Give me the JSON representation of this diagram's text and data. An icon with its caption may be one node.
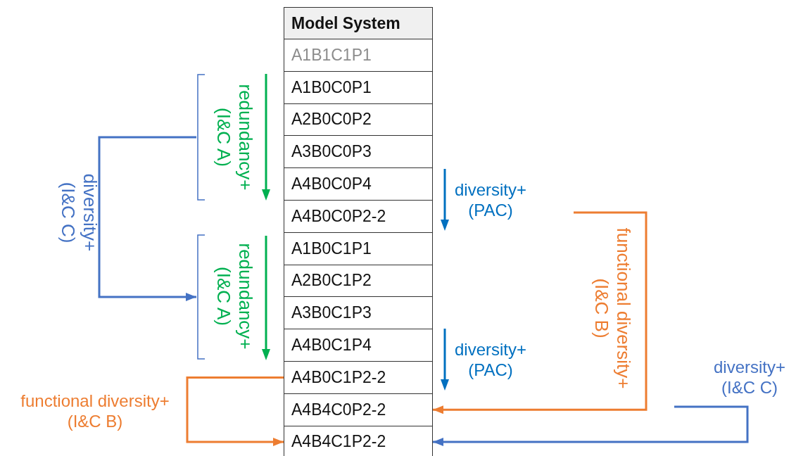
{
  "diagram": {
    "nodes": [
      {
        "text": [
          "Model System"
        ]
      },
      {
        "text": [
          "A1B1C1P1"
        ]
      },
      {
        "text": [
          "A1B0C0P1"
        ]
      },
      {
        "text": [
          "A2B0C0P2"
        ]
      },
      {
        "text": [
          "A3B0C0P3"
        ]
      },
      {
        "text": [
          "A4B0C0P4"
        ]
      },
      {
        "text": [
          "A4B0C0P2-2"
        ]
      },
      {
        "text": [
          "A1B0C1P1"
        ]
      },
      {
        "text": [
          "A2B0C1P2"
        ]
      },
      {
        "text": [
          "A3B0C1P3"
        ]
      },
      {
        "text": [
          "A4B0C1P4"
        ]
      },
      {
        "text": [
          "A4B0C1P2-2"
        ]
      },
      {
        "text": [
          "A4B4C0P2-2"
        ]
      },
      {
        "text": [
          "A4B4C1P2-2"
        ]
      },
      {
        "text": [],
        "shape": "bracket"
      },
      {
        "text": [],
        "shape": "bracket"
      }
    ],
    "edges": [
      {
        "from": 14,
        "to": 15,
        "arrow": "to",
        "label": "diversity+ (I&C C)",
        "color": "#4472c4"
      },
      {
        "from": 11,
        "to": 13,
        "arrow": "to",
        "label": "functional diversity+ (I&C B)",
        "color": "#ed7d31"
      },
      {
        "from": null,
        "to": 12,
        "arrow": "to",
        "label": "functional diversity+ (I&C B)",
        "color": "#ed7d31"
      },
      {
        "from": null,
        "to": 13,
        "arrow": "to",
        "label": "diversity+ (I&C C)",
        "color": "#4472c4"
      }
    ],
    "labels": [
      "redundancy+ (I&C A)",
      "redundancy+ (I&C A)",
      "diversity+ (PAC)",
      "diversity+ (PAC)"
    ]
  }
}
